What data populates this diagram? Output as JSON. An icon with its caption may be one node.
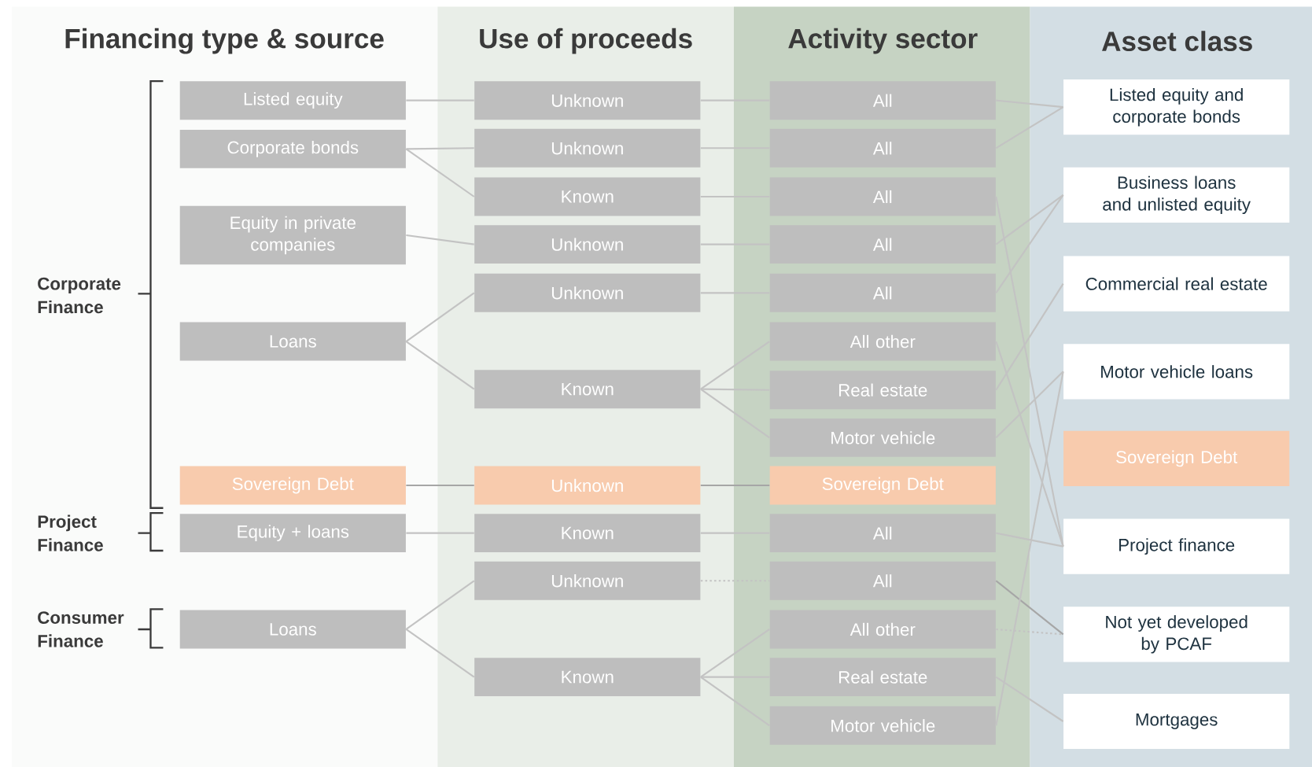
{
  "diagram": {
    "nodes": [
      {
        "text": [
          "Listed equity"
        ]
      },
      {
        "text": [
          "Corporate bonds"
        ]
      },
      {
        "text": [
          "Equity in private companies"
        ]
      },
      {
        "text": [
          "Loans"
        ]
      },
      {
        "text": [
          "Sovereign Debt"
        ]
      },
      {
        "text": [
          "Equity + loans"
        ]
      },
      {
        "text": [
          "Loans"
        ]
      },
      {
        "text": [
          "Unknown"
        ]
      },
      {
        "text": [
          "Unknown"
        ]
      },
      {
        "text": [
          "Known"
        ]
      },
      {
        "text": [
          "Unknown"
        ]
      },
      {
        "text": [
          "Unknown"
        ]
      },
      {
        "text": [
          "Known"
        ]
      },
      {
        "text": [
          "Unknown"
        ]
      },
      {
        "text": [
          "Known"
        ]
      },
      {
        "text": [
          "Unknown"
        ]
      },
      {
        "text": [
          "Known"
        ]
      },
      {
        "text": [
          "All"
        ]
      },
      {
        "text": [
          "All"
        ]
      },
      {
        "text": [
          "All"
        ]
      },
      {
        "text": [
          "All"
        ]
      },
      {
        "text": [
          "All"
        ]
      },
      {
        "text": [
          "All other"
        ]
      },
      {
        "text": [
          "Real estate"
        ]
      },
      {
        "text": [
          "Motor vehicle"
        ]
      },
      {
        "text": [
          "Sovereign Debt"
        ]
      },
      {
        "text": [
          "All"
        ]
      },
      {
        "text": [
          "All"
        ]
      },
      {
        "text": [
          "All other"
        ]
      },
      {
        "text": [
          "Real estate"
        ]
      },
      {
        "text": [
          "Motor vehicle"
        ]
      },
      {
        "text": [
          "Listed equity and corporate bonds"
        ]
      },
      {
        "text": [
          "Business loans and unlisted equity"
        ]
      },
      {
        "text": [
          "Commercial real estate"
        ]
      },
      {
        "text": [
          "Motor vehicle loans"
        ]
      },
      {
        "text": [
          "Sovereign Debt"
        ]
      },
      {
        "text": [
          "Project finance"
        ]
      },
      {
        "text": [
          "Not yet developed by PCAF"
        ]
      },
      {
        "text": [
          "Mortgages"
        ]
      }
    ],
    "edges": [
      {
        "from": 0,
        "to": 7,
        "arrow": "none"
      },
      {
        "from": 1,
        "to": 8,
        "arrow": "none"
      },
      {
        "from": 1,
        "to": 9,
        "arrow": "none"
      },
      {
        "from": 2,
        "to": 10,
        "arrow": "none"
      },
      {
        "from": 3,
        "to": 11,
        "arrow": "none"
      },
      {
        "from": 3,
        "to": 12,
        "arrow": "none"
      },
      {
        "from": 4,
        "to": 13,
        "arrow": "none",
        "color": "#a6a6a6"
      },
      {
        "from": 5,
        "to": 14,
        "arrow": "none"
      },
      {
        "from": 6,
        "to": 15,
        "arrow": "none"
      },
      {
        "from": 6,
        "to": 16,
        "arrow": "none"
      },
      {
        "from": 7,
        "to": 17,
        "arrow": "none"
      },
      {
        "from": 8,
        "to": 18,
        "arrow": "none"
      },
      {
        "from": 9,
        "to": 19,
        "arrow": "none"
      },
      {
        "from": 10,
        "to": 20,
        "arrow": "none"
      },
      {
        "from": 11,
        "to": 21,
        "arrow": "none"
      },
      {
        "from": 12,
        "to": 22,
        "arrow": "none"
      },
      {
        "from": 12,
        "to": 23,
        "arrow": "none"
      },
      {
        "from": 12,
        "to": 24,
        "arrow": "none"
      },
      {
        "from": 13,
        "to": 25,
        "arrow": "none",
        "color": "#a6a6a6"
      },
      {
        "from": 14,
        "to": 26,
        "arrow": "none"
      },
      {
        "from": 15,
        "to": 27,
        "arrow": "none",
        "style": "dashed"
      },
      {
        "from": 16,
        "to": 28,
        "arrow": "none"
      },
      {
        "from": 16,
        "to": 29,
        "arrow": "none"
      },
      {
        "from": 16,
        "to": 30,
        "arrow": "none"
      },
      {
        "from": 17,
        "to": 31,
        "arrow": "none"
      },
      {
        "from": 18,
        "to": 31,
        "arrow": "none"
      },
      {
        "from": 19,
        "to": 36,
        "arrow": "none"
      },
      {
        "from": 20,
        "to": 32,
        "arrow": "none"
      },
      {
        "from": 21,
        "to": 32,
        "arrow": "none"
      },
      {
        "from": 22,
        "to": 36,
        "arrow": "none"
      },
      {
        "from": 23,
        "to": 33,
        "arrow": "none"
      },
      {
        "from": 24,
        "to": 34,
        "arrow": "none"
      },
      {
        "from": 26,
        "to": 36,
        "arrow": "none"
      },
      {
        "from": 27,
        "to": 37,
        "arrow": "none",
        "color": "#a6a6a6"
      },
      {
        "from": 28,
        "to": 37,
        "arrow": "none",
        "style": "dashed"
      },
      {
        "from": 29,
        "to": 38,
        "arrow": "none"
      },
      {
        "from": 30,
        "to": 34,
        "arrow": "none"
      }
    ],
    "labels": [
      "Financing type & source",
      "Use of proceeds",
      "Activity sector",
      "Asset class",
      "Corporate Finance",
      "Project Finance",
      "Consumer Finance"
    ]
  }
}
